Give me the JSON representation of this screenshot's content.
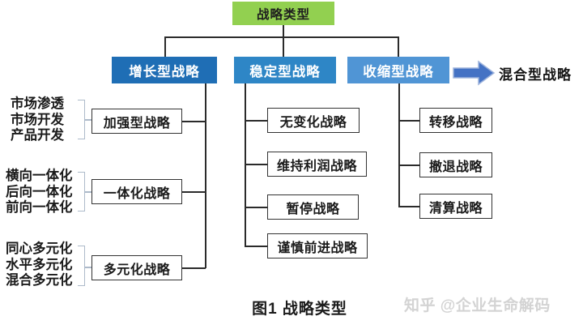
{
  "root": {
    "label": "战略类型"
  },
  "branches": [
    {
      "label": "增长型战略"
    },
    {
      "label": "稳定型战略",
      "children": [
        "无变化战略",
        "维持利润战略",
        "暂停战略",
        "谨慎前进战略"
      ]
    },
    {
      "label": "收缩型战略",
      "children": [
        "转移战略",
        "撤退战略",
        "清算战略"
      ]
    }
  ],
  "mixed_label": "混合型战略",
  "growth_groups": [
    {
      "box": "加强型战略",
      "items": [
        "市场渗透",
        "市场开发",
        "产品开发"
      ]
    },
    {
      "box": "一体化战略",
      "items": [
        "横向一体化",
        "后向一体化",
        "前向一体化"
      ]
    },
    {
      "box": "多元化战略",
      "items": [
        "同心多元化",
        "水平多元化",
        "混合多元化"
      ]
    }
  ],
  "caption": "图1  战略类型",
  "watermark": "知乎 @企业生命解码",
  "colors": {
    "root_green": "#92D050",
    "growth_blue": "#1F6EB5",
    "stable_blue": "#2E86C6",
    "retrench_blue": "#5095D5",
    "arrow_blue": "#4472C4",
    "bracket_gray": "#ADBACA"
  }
}
